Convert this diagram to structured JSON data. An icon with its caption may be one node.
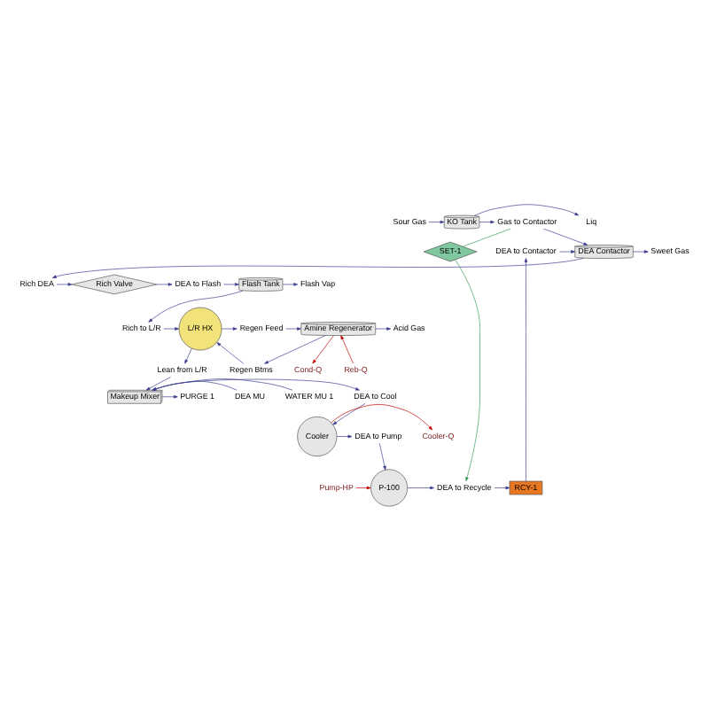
{
  "diagram": {
    "nodes": [
      {
        "text": [
          "Sour Gas"
        ]
      },
      {
        "text": [
          "KO Tank"
        ]
      },
      {
        "text": [
          "Liq"
        ]
      },
      {
        "text": [
          "Gas to Contactor"
        ]
      },
      {
        "text": [
          "DEA to Contactor"
        ]
      },
      {
        "text": [
          "DEA Contactor"
        ]
      },
      {
        "text": [
          "Sweet Gas"
        ]
      },
      {
        "text": [
          "Rich DEA"
        ]
      },
      {
        "text": [
          "Rich Valve"
        ]
      },
      {
        "text": [
          "DEA to Flash"
        ]
      },
      {
        "text": [
          "Flash Tank"
        ]
      },
      {
        "text": [
          "Flash Vap"
        ]
      },
      {
        "text": [
          "Rich to L/R"
        ]
      },
      {
        "text": [
          "L/R HX"
        ]
      },
      {
        "text": [
          "Regen Feed"
        ]
      },
      {
        "text": [
          "Amine Regenerator"
        ]
      },
      {
        "text": [
          "Acid Gas"
        ]
      },
      {
        "text": [
          "Cond-Q"
        ]
      },
      {
        "text": [
          "Reb-Q"
        ]
      },
      {
        "text": [
          "Regen Btms"
        ]
      },
      {
        "text": [
          "Lean from L/R"
        ]
      },
      {
        "text": [
          "Makeup Mixer"
        ]
      },
      {
        "text": [
          "DEA MU"
        ]
      },
      {
        "text": [
          "WATER MU 1"
        ]
      },
      {
        "text": [
          "PURGE 1"
        ]
      },
      {
        "text": [
          "DEA to Cool"
        ]
      },
      {
        "text": [
          "Cooler"
        ]
      },
      {
        "text": [
          "Cooler-Q"
        ]
      },
      {
        "text": [
          "DEA to Pump"
        ]
      },
      {
        "text": [
          "P-100"
        ]
      },
      {
        "text": [
          "Pump-HP"
        ]
      },
      {
        "text": [
          "DEA to Recycle"
        ]
      },
      {
        "text": [
          "RCY-1"
        ]
      },
      {
        "text": [
          "SET-1"
        ]
      }
    ],
    "edges": [
      {
        "from": 0,
        "to": 1,
        "arrow": "to"
      },
      {
        "from": 1,
        "to": 2,
        "arrow": "to"
      },
      {
        "from": 1,
        "to": 3,
        "arrow": "to"
      },
      {
        "from": 3,
        "to": 5,
        "arrow": "to"
      },
      {
        "from": 4,
        "to": 5,
        "arrow": "to"
      },
      {
        "from": 5,
        "to": 6,
        "arrow": "to"
      },
      {
        "from": 5,
        "to": 7,
        "arrow": "to"
      },
      {
        "from": 7,
        "to": 8,
        "arrow": "to"
      },
      {
        "from": 8,
        "to": 9,
        "arrow": "to"
      },
      {
        "from": 9,
        "to": 10,
        "arrow": "to"
      },
      {
        "from": 10,
        "to": 11,
        "arrow": "to"
      },
      {
        "from": 10,
        "to": 12,
        "arrow": "to"
      },
      {
        "from": 12,
        "to": 13,
        "arrow": "to"
      },
      {
        "from": 13,
        "to": 14,
        "arrow": "to"
      },
      {
        "from": 14,
        "to": 15,
        "arrow": "to"
      },
      {
        "from": 15,
        "to": 16,
        "arrow": "to"
      },
      {
        "from": 15,
        "to": 17,
        "arrow": "to",
        "color": "#c00000"
      },
      {
        "from": 18,
        "to": 15,
        "arrow": "to",
        "color": "#c00000"
      },
      {
        "from": 15,
        "to": 19,
        "arrow": "to"
      },
      {
        "from": 19,
        "to": 13,
        "arrow": "to"
      },
      {
        "from": 13,
        "to": 20,
        "arrow": "to"
      },
      {
        "from": 20,
        "to": 21,
        "arrow": "to"
      },
      {
        "from": 22,
        "to": 21,
        "arrow": "to"
      },
      {
        "from": 23,
        "to": 21,
        "arrow": "to"
      },
      {
        "from": 21,
        "to": 24,
        "arrow": "to"
      },
      {
        "from": 21,
        "to": 25,
        "arrow": "to"
      },
      {
        "from": 25,
        "to": 26,
        "arrow": "to"
      },
      {
        "from": 26,
        "to": 27,
        "arrow": "to",
        "color": "#c00000"
      },
      {
        "from": 26,
        "to": 28,
        "arrow": "to"
      },
      {
        "from": 28,
        "to": 29,
        "arrow": "to"
      },
      {
        "from": 30,
        "to": 29,
        "arrow": "to",
        "color": "#c00000"
      },
      {
        "from": 29,
        "to": 31,
        "arrow": "to"
      },
      {
        "from": 31,
        "to": 32,
        "arrow": "to"
      },
      {
        "from": 32,
        "to": 4,
        "arrow": "to"
      },
      {
        "from": 33,
        "to": 31,
        "arrow": "to",
        "color": "#3a9a5a"
      },
      {
        "from": 33,
        "to": 3,
        "arrow": "none",
        "color": "#3a9a5a"
      }
    ]
  }
}
